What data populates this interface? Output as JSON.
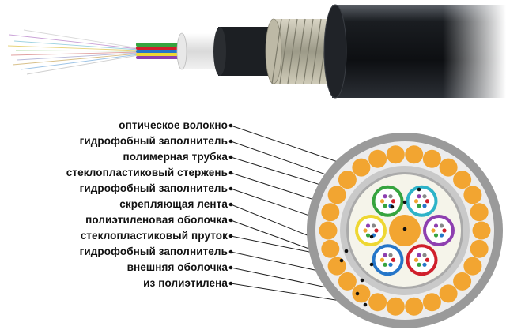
{
  "labels": [
    "оптическое волокно",
    "гидрофобный заполнитель",
    "полимерная трубка",
    "стеклопластиковый  стержень",
    "гидрофобный заполнитель",
    "скрепляющая лента",
    "полиэтиленовая оболочка",
    "стеклопластиковый пруток",
    "гидрофобный заполнитель",
    "внешняя оболочка",
    "из полиэтилена"
  ],
  "colors": {
    "outer_sheath": "#9a9a9a",
    "rods": "#f2a531",
    "inner_sheath": "#c9c9c9",
    "gel": "#f5f4ea",
    "central_member": "#f2a531",
    "jacket": "#15181c",
    "tube_colors": [
      "#2db3c8",
      "#8e3fb0",
      "#d01f2c",
      "#2576c9",
      "#eed733",
      "#36a43f"
    ]
  }
}
